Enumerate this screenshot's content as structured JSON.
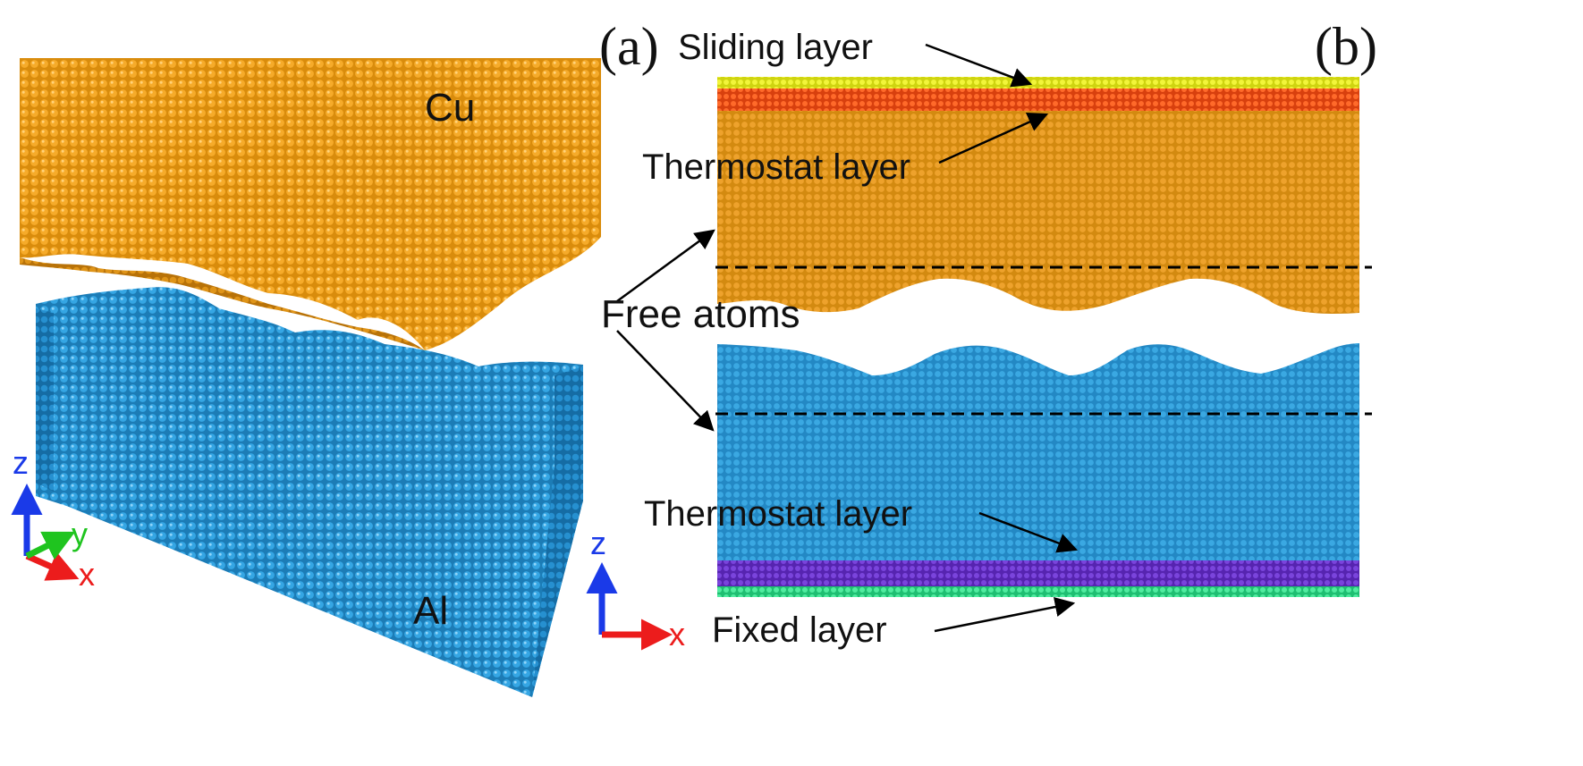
{
  "panels": {
    "a": {
      "label": "(a)"
    },
    "b": {
      "label": "(b)"
    }
  },
  "panel_a": {
    "cu_label": "Cu",
    "al_label": "Al",
    "axes": {
      "z": "z",
      "y": "y",
      "x": "x"
    }
  },
  "panel_b": {
    "annotations": {
      "sliding_layer": "Sliding layer",
      "thermostat_top": "Thermostat layer",
      "free_atoms": "Free atoms",
      "thermostat_bottom": "Thermostat layer",
      "fixed_layer": "Fixed layer"
    },
    "axes": {
      "z": "z",
      "x": "x"
    }
  },
  "colors": {
    "cu": "#e89a14",
    "al": "#2e9ad6",
    "sliding": "#e6ea1c",
    "thermostat_top": "#f0541a",
    "thermostat_bottom": "#6a32c8",
    "fixed": "#34d88a",
    "axis_z": "#1a3ae8",
    "axis_y": "#1fc41f",
    "axis_x": "#ec1c1c"
  }
}
